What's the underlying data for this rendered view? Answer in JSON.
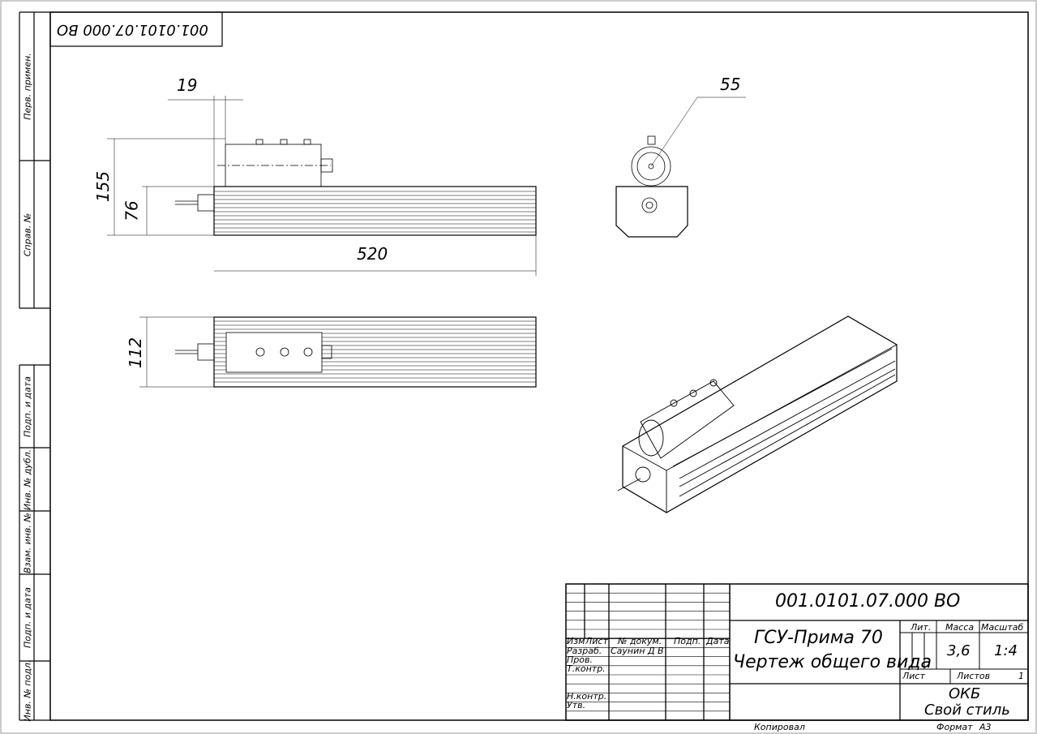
{
  "drawing_code": "001.0101.07.000 ВО",
  "drawing_code_rotated": "001.0101.07.000 ВО",
  "side_stamps": [
    "Перв. примен.",
    "Справ. №",
    "Подп. и дата",
    "Инв. № дубл.",
    "Взам. инв. №",
    "Подп. и дата",
    "Инв. № подл."
  ],
  "dimensions": {
    "d19": "19",
    "d155": "155",
    "d76": "76",
    "d520": "520",
    "d55": "55",
    "d112": "112"
  },
  "title_block": {
    "headers": {
      "izm": "Изм",
      "list": "Лист",
      "doc": "№ докум.",
      "sign": "Подп.",
      "date": "Дата"
    },
    "roles": [
      "Разраб.",
      "Пров.",
      "Т.контр.",
      "",
      "Н.контр.",
      "Утв."
    ],
    "developer": "Саунин Д В",
    "product": "ГСУ-Прима 70",
    "doc_type": "Чертеж общего вида",
    "lit_label": "Лит.",
    "mass_label": "Масса",
    "scale_label": "Масштаб",
    "mass": "3,6",
    "scale": "1:4",
    "sheet_label": "Лист",
    "sheets_label": "Листов",
    "sheets": "1",
    "org1": "ОКБ",
    "org2": "Свой стиль",
    "copied": "Копировал",
    "format_label": "Формат",
    "format": "А3"
  }
}
